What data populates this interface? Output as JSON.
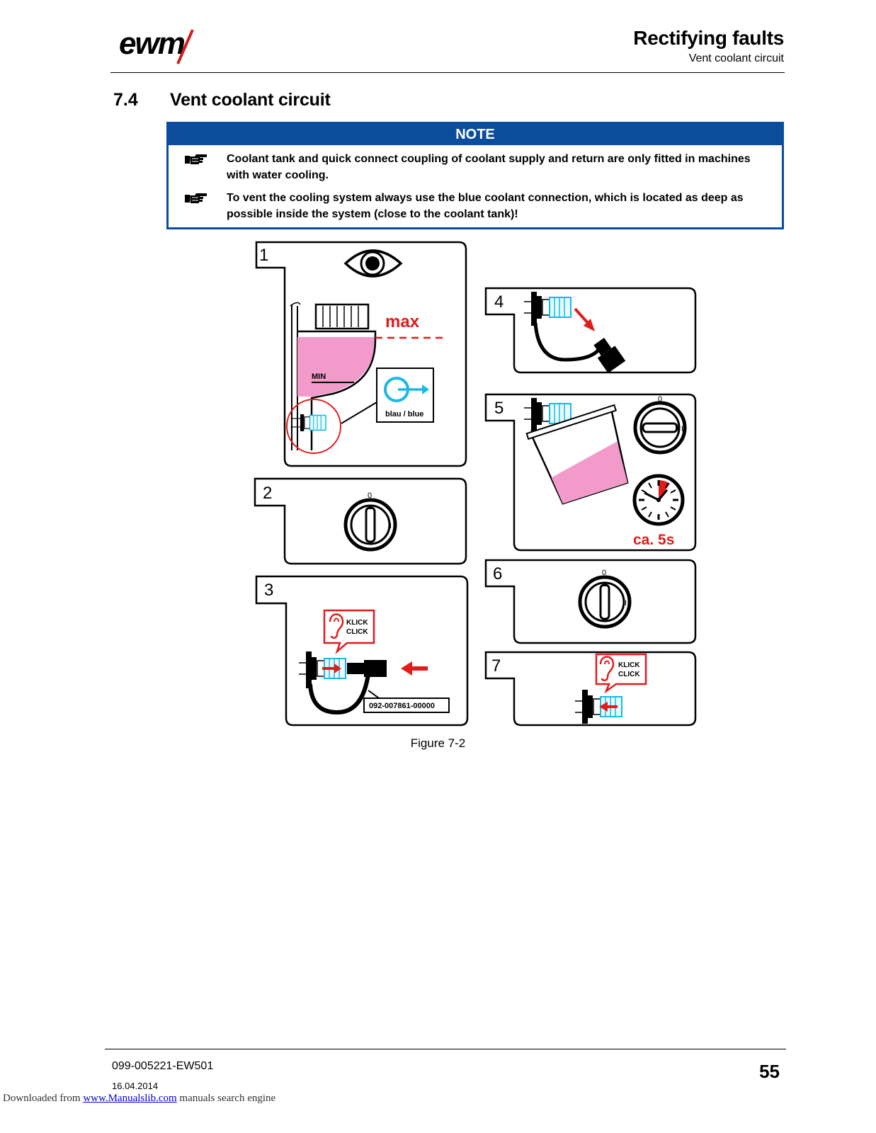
{
  "header": {
    "logo_text": "ewm",
    "title": "Rectifying faults",
    "subtitle": "Vent coolant circuit"
  },
  "section": {
    "number": "7.4",
    "title": "Vent coolant circuit"
  },
  "note": {
    "heading": "NOTE",
    "icon": "pointing-hand-icon",
    "items": [
      "Coolant tank and quick connect coupling of coolant supply and return are only fitted in machines with water cooling.",
      "To vent the cooling system always use the blue coolant connection, which is located as deep as possible inside the system (close to the coolant tank)!"
    ]
  },
  "figure": {
    "steps": [
      "1",
      "2",
      "3",
      "4",
      "5",
      "6",
      "7"
    ],
    "labels": {
      "max": "max",
      "min": "MIN",
      "blue_connection": "blau / blue",
      "klick": "KLICK",
      "click": "CLICK",
      "part_number": "092-007861-00000",
      "switch_off": "0",
      "switch_on": "I",
      "duration": "ca. 5s"
    },
    "colors": {
      "coolant": "#f29ac9",
      "blue": "#19b8e6",
      "red": "#e21c1c",
      "note_blue": "#0b4d9c"
    },
    "caption": "Figure 7-2"
  },
  "footer": {
    "doc_number": "099-005221-EW501",
    "date": "16.04.2014",
    "page": "55"
  },
  "download": {
    "prefix": "Downloaded from ",
    "link": "www.Manualslib.com",
    "suffix": " manuals search engine"
  }
}
